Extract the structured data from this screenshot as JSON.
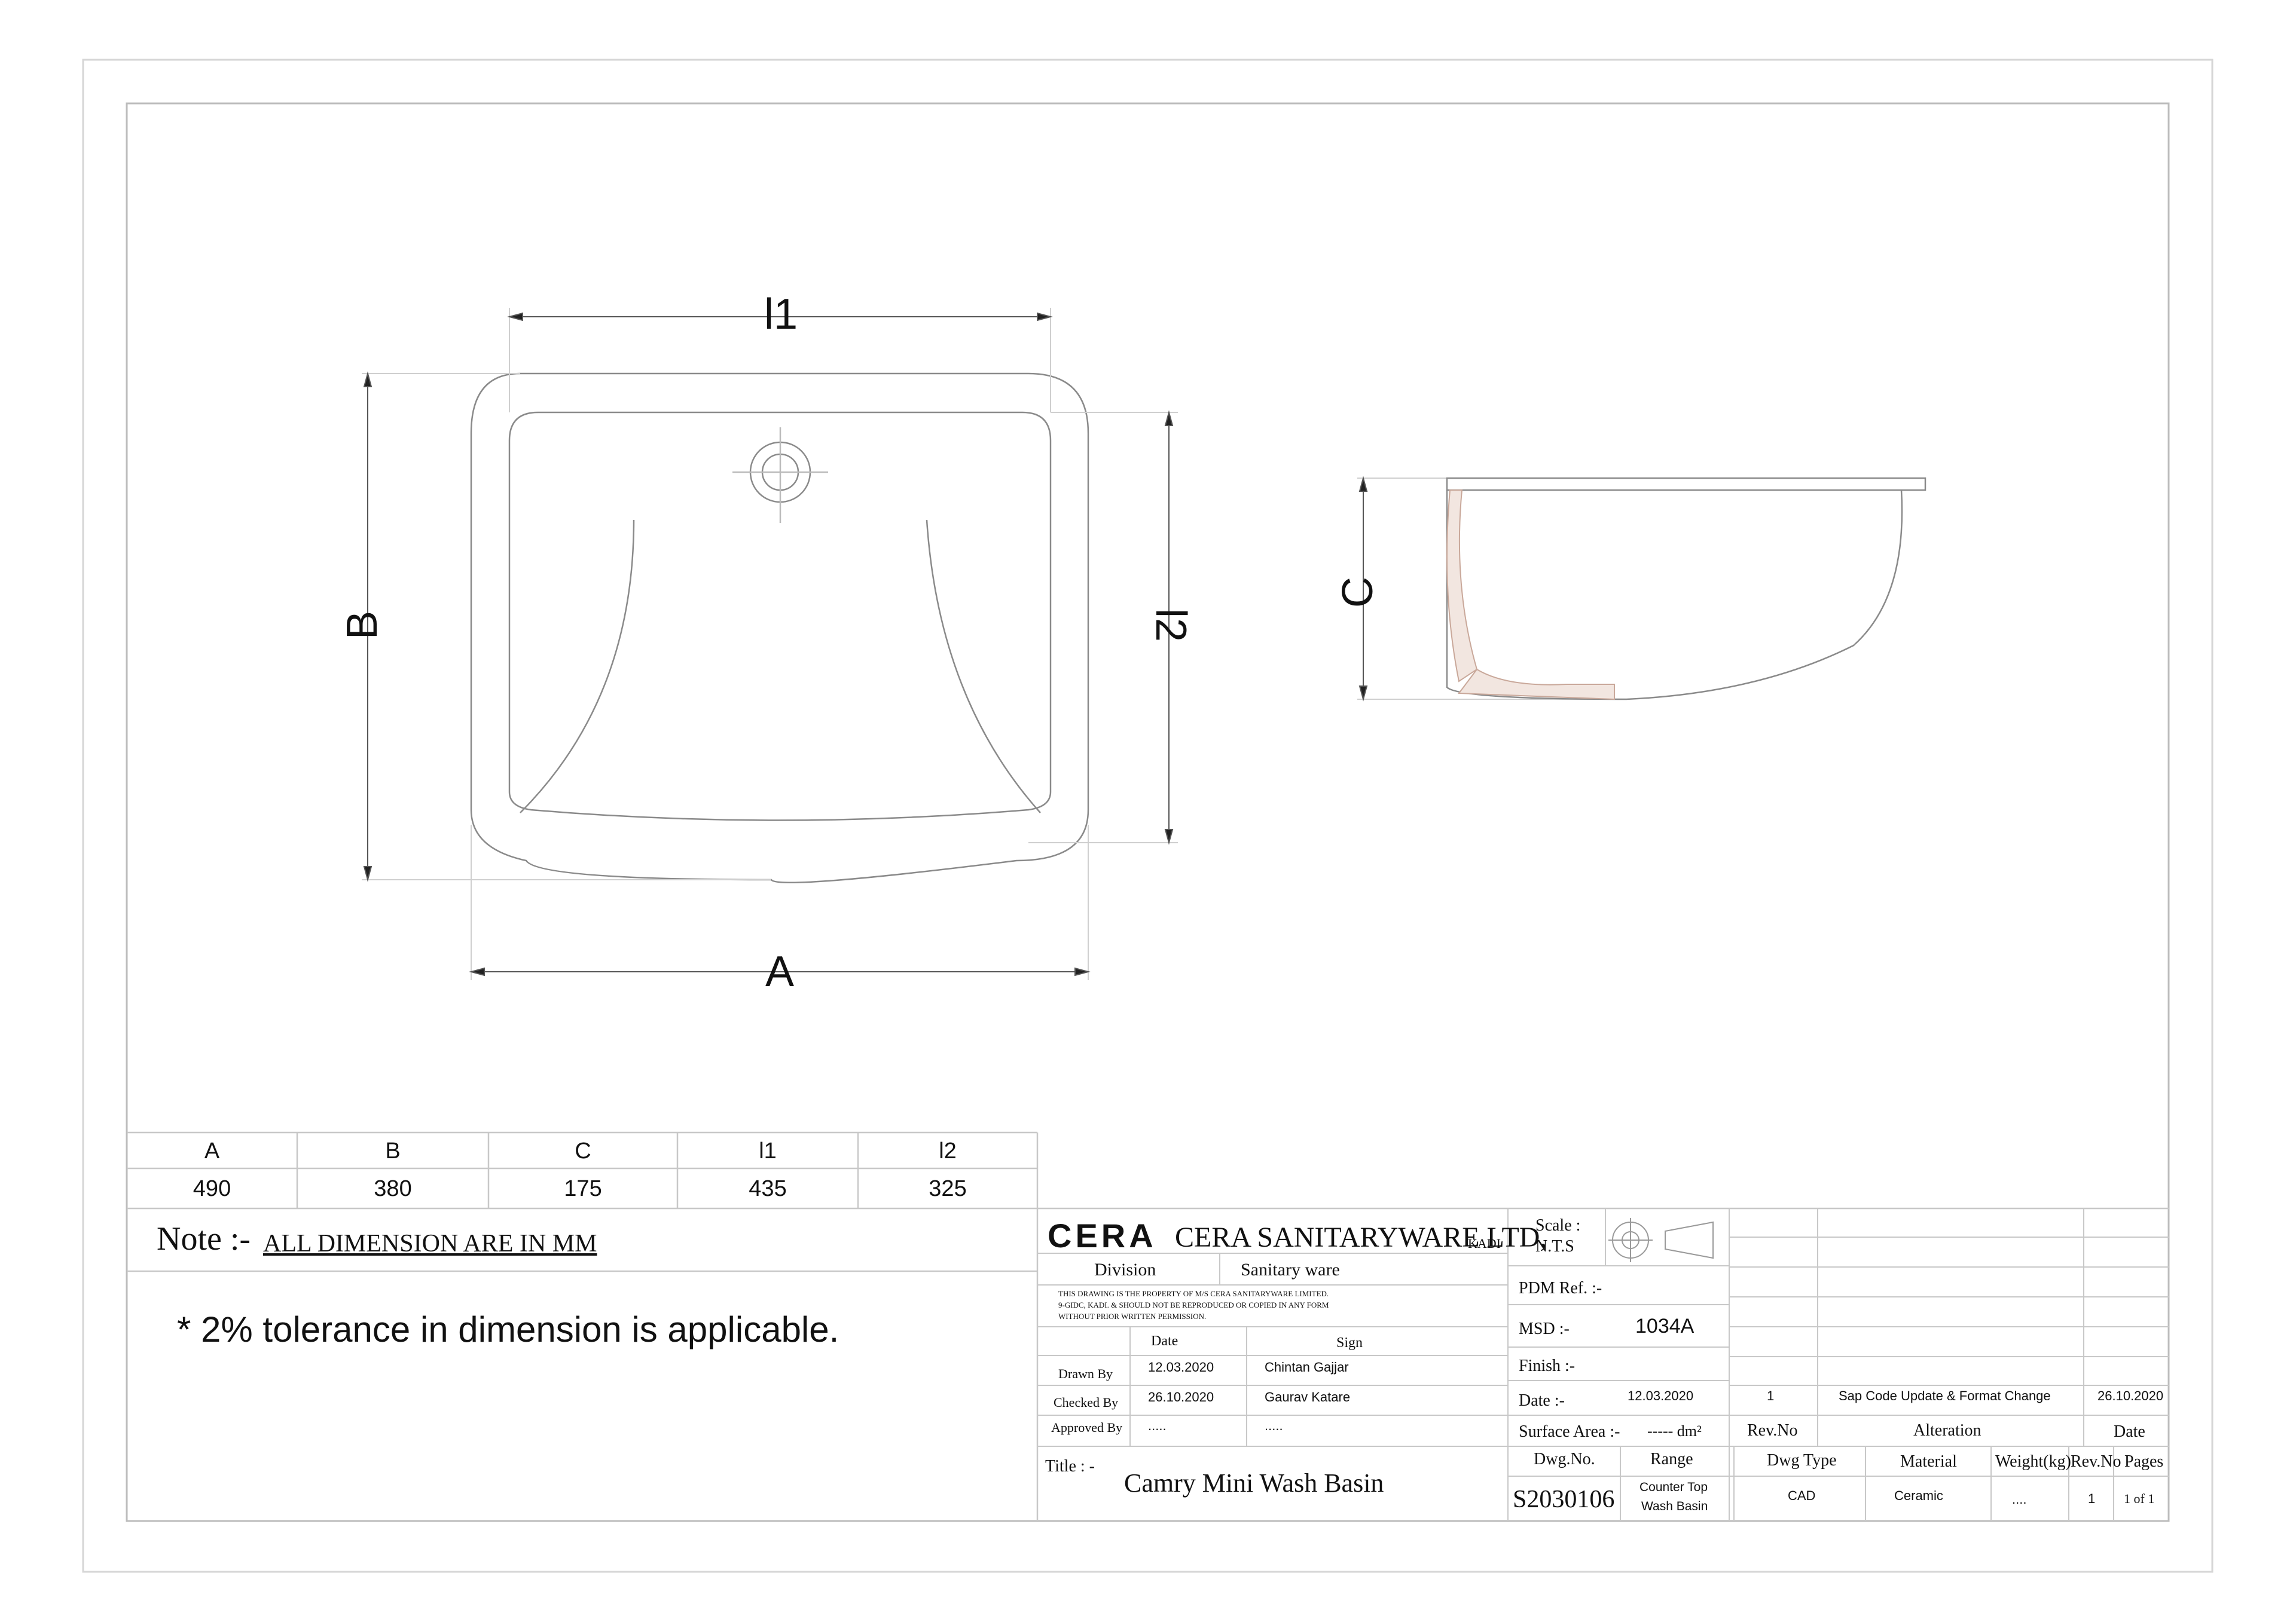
{
  "dimension_labels": {
    "l1": "l1",
    "l2": "l2",
    "A": "A",
    "B": "B",
    "C": "C"
  },
  "dim_table": {
    "headers": [
      "A",
      "B",
      "C",
      "l1",
      "l2"
    ],
    "values": [
      "490",
      "380",
      "175",
      "435",
      "325"
    ]
  },
  "note": {
    "label": "Note :-",
    "text": "ALL DIMENSION ARE IN MM",
    "tolerance": "* 2% tolerance in dimension is applicable."
  },
  "company": {
    "logo": "CERA",
    "name": "CERA SANITARYWARE  LTD,",
    "location": "KADI",
    "division_label": "Division",
    "division_value": "Sanitary ware",
    "disclaimer_1": "THIS DRAWING IS THE PROPERTY OF M/S CERA SANITARYWARE LIMITED.",
    "disclaimer_2": "9-GIDC, KADI. & SHOULD NOT BE REPRODUCED OR COPIED IN ANY FORM",
    "disclaimer_3": "WITHOUT PRIOR WRITTEN PERMISSION."
  },
  "approvals": {
    "date_header": "Date",
    "sign_header": "Sign",
    "drawn_label": "Drawn By",
    "drawn_date": "12.03.2020",
    "drawn_sign": "Chintan Gajjar",
    "checked_label": "Checked By",
    "checked_date": "26.10.2020",
    "checked_sign": "Gaurav Katare",
    "approved_label": "Approved By",
    "approved_date": ".....",
    "approved_sign": "....."
  },
  "title_block": {
    "title_label": "Title : -",
    "title_value": "Camry Mini Wash Basin",
    "scale_label": "Scale :",
    "scale_value": "N.T.S",
    "pdm_label": "PDM Ref. :-",
    "msd_label": "MSD :-",
    "msd_value": "1034A",
    "finish_label": "Finish :-",
    "date_label": "Date :-",
    "date_value": "12.03.2020",
    "surface_label": "Surface Area :-",
    "surface_value": "----- dm²",
    "dwgno_label": "Dwg.No.",
    "dwgno_value": "S2030106",
    "range_label": "Range",
    "range_value_1": "Counter Top",
    "range_value_2": "Wash Basin",
    "dwgtype_label": "Dwg Type",
    "dwgtype_value": "CAD",
    "material_label": "Material",
    "material_value": "Ceramic",
    "weight_label": "Weight(kg)",
    "weight_value": "....",
    "revno_label": "Rev.No",
    "revno_value": "1",
    "pages_label": "Pages",
    "pages_value": "1 of 1"
  },
  "revisions": {
    "revno_header": "Rev.No",
    "alteration_header": "Alteration",
    "date_header": "Date",
    "rows": [
      {
        "rev": "1",
        "alteration": "Sap Code Update & Format Change",
        "date": "26.10.2020"
      }
    ]
  }
}
